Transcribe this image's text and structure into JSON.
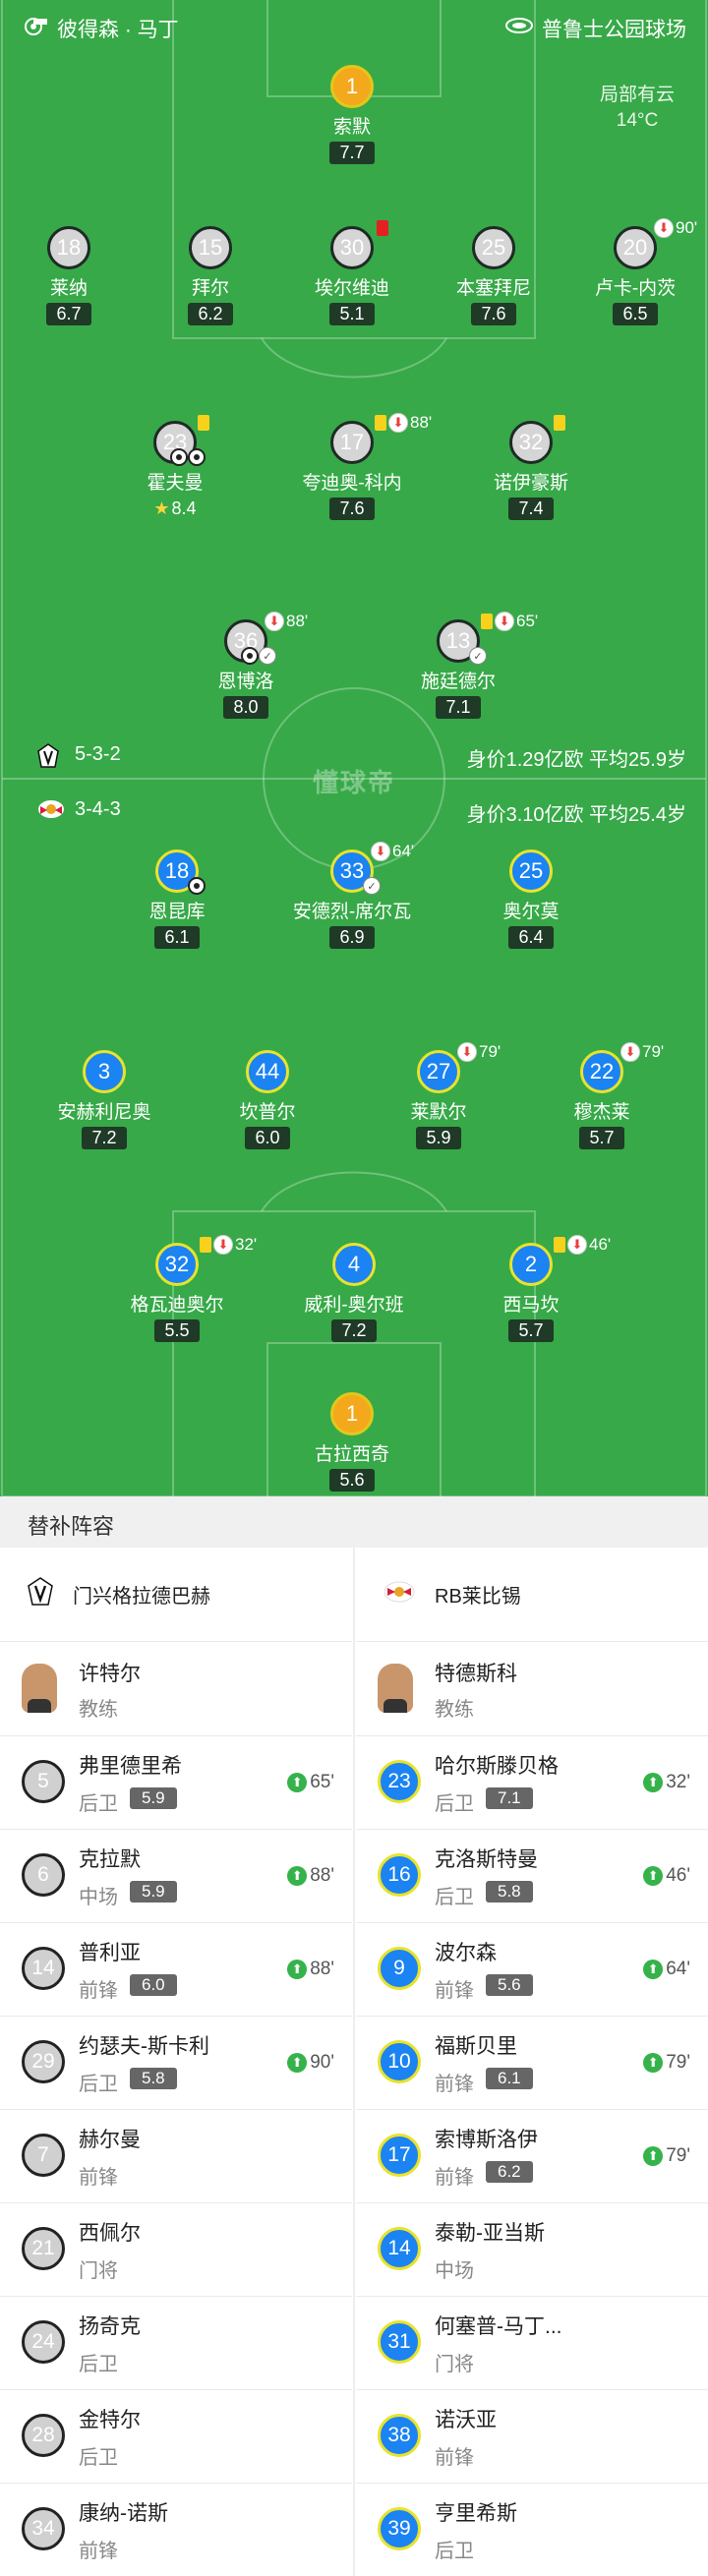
{
  "header": {
    "referee": "彼得森 · 马丁",
    "stadium": "普鲁士公园球场",
    "weather": "局部有云",
    "temperature": "14°C"
  },
  "watermark": "懂球帝",
  "teams": {
    "home": {
      "name": "门兴格拉德巴赫",
      "formation": "5-3-2",
      "value": "身价1.29亿欧 平均25.9岁"
    },
    "away": {
      "name": "RB莱比锡",
      "formation": "3-4-3",
      "value": "身价3.10亿欧 平均25.4岁"
    }
  },
  "home_lineup": [
    {
      "num": "1",
      "name": "索默",
      "rating": "7.7"
    },
    {
      "num": "18",
      "name": "莱纳",
      "rating": "6.7"
    },
    {
      "num": "15",
      "name": "拜尔",
      "rating": "6.2"
    },
    {
      "num": "30",
      "name": "埃尔维迪",
      "rating": "5.1"
    },
    {
      "num": "25",
      "name": "本塞拜尼",
      "rating": "7.6"
    },
    {
      "num": "20",
      "name": "卢卡-内茨",
      "rating": "6.5",
      "sub_min": "90'"
    },
    {
      "num": "23",
      "name": "霍夫曼",
      "rating": "8.4"
    },
    {
      "num": "17",
      "name": "夸迪奥-科内",
      "rating": "7.6",
      "sub_min": "88'"
    },
    {
      "num": "32",
      "name": "诺伊豪斯",
      "rating": "7.4"
    },
    {
      "num": "36",
      "name": "恩博洛",
      "rating": "8.0",
      "sub_min": "88'"
    },
    {
      "num": "13",
      "name": "施廷德尔",
      "rating": "7.1",
      "sub_min": "65'"
    }
  ],
  "away_lineup": [
    {
      "num": "18",
      "name": "恩昆库",
      "rating": "6.1"
    },
    {
      "num": "33",
      "name": "安德烈-席尔瓦",
      "rating": "6.9",
      "sub_min": "64'"
    },
    {
      "num": "25",
      "name": "奥尔莫",
      "rating": "6.4"
    },
    {
      "num": "3",
      "name": "安赫利尼奥",
      "rating": "7.2"
    },
    {
      "num": "44",
      "name": "坎普尔",
      "rating": "6.0"
    },
    {
      "num": "27",
      "name": "莱默尔",
      "rating": "5.9",
      "sub_min": "79'"
    },
    {
      "num": "22",
      "name": "穆杰莱",
      "rating": "5.7",
      "sub_min": "79'"
    },
    {
      "num": "32",
      "name": "格瓦迪奥尔",
      "rating": "5.5",
      "sub_min": "32'"
    },
    {
      "num": "4",
      "name": "威利-奥尔班",
      "rating": "7.2"
    },
    {
      "num": "2",
      "name": "西马坎",
      "rating": "5.7",
      "sub_min": "46'"
    },
    {
      "num": "1",
      "name": "古拉西奇",
      "rating": "5.6"
    }
  ],
  "subs": {
    "title": "替补阵容",
    "home_coach": {
      "name": "许特尔",
      "role": "教练"
    },
    "away_coach": {
      "name": "特德斯科",
      "role": "教练"
    },
    "home": [
      {
        "num": "5",
        "name": "弗里德里希",
        "pos": "后卫",
        "rating": "5.9",
        "in": "65'"
      },
      {
        "num": "6",
        "name": "克拉默",
        "pos": "中场",
        "rating": "5.9",
        "in": "88'"
      },
      {
        "num": "14",
        "name": "普利亚",
        "pos": "前锋",
        "rating": "6.0",
        "in": "88'"
      },
      {
        "num": "29",
        "name": "约瑟夫-斯卡利",
        "pos": "后卫",
        "rating": "5.8",
        "in": "90'"
      },
      {
        "num": "7",
        "name": "赫尔曼",
        "pos": "前锋"
      },
      {
        "num": "21",
        "name": "西佩尔",
        "pos": "门将"
      },
      {
        "num": "24",
        "name": "扬奇克",
        "pos": "后卫"
      },
      {
        "num": "28",
        "name": "金特尔",
        "pos": "后卫"
      },
      {
        "num": "34",
        "name": "康纳-诺斯",
        "pos": "前锋"
      }
    ],
    "away": [
      {
        "num": "23",
        "name": "哈尔斯滕贝格",
        "pos": "后卫",
        "rating": "7.1",
        "in": "32'"
      },
      {
        "num": "16",
        "name": "克洛斯特曼",
        "pos": "后卫",
        "rating": "5.8",
        "in": "46'"
      },
      {
        "num": "9",
        "name": "波尔森",
        "pos": "前锋",
        "rating": "5.6",
        "in": "64'"
      },
      {
        "num": "10",
        "name": "福斯贝里",
        "pos": "前锋",
        "rating": "6.1",
        "in": "79'"
      },
      {
        "num": "17",
        "name": "索博斯洛伊",
        "pos": "前锋",
        "rating": "6.2",
        "in": "79'"
      },
      {
        "num": "14",
        "name": "泰勒-亚当斯",
        "pos": "中场"
      },
      {
        "num": "31",
        "name": "何塞普-马丁...",
        "pos": "门将"
      },
      {
        "num": "38",
        "name": "诺沃亚",
        "pos": "前锋"
      },
      {
        "num": "39",
        "name": "亨里希斯",
        "pos": "后卫"
      }
    ]
  },
  "colors": {
    "pitch": "#37a948",
    "home_badge": "#d5d5d5",
    "away_badge": "#1b83f2",
    "keeper_badge": "#f4a81c",
    "sub_in_arrow": "#35b34a"
  }
}
